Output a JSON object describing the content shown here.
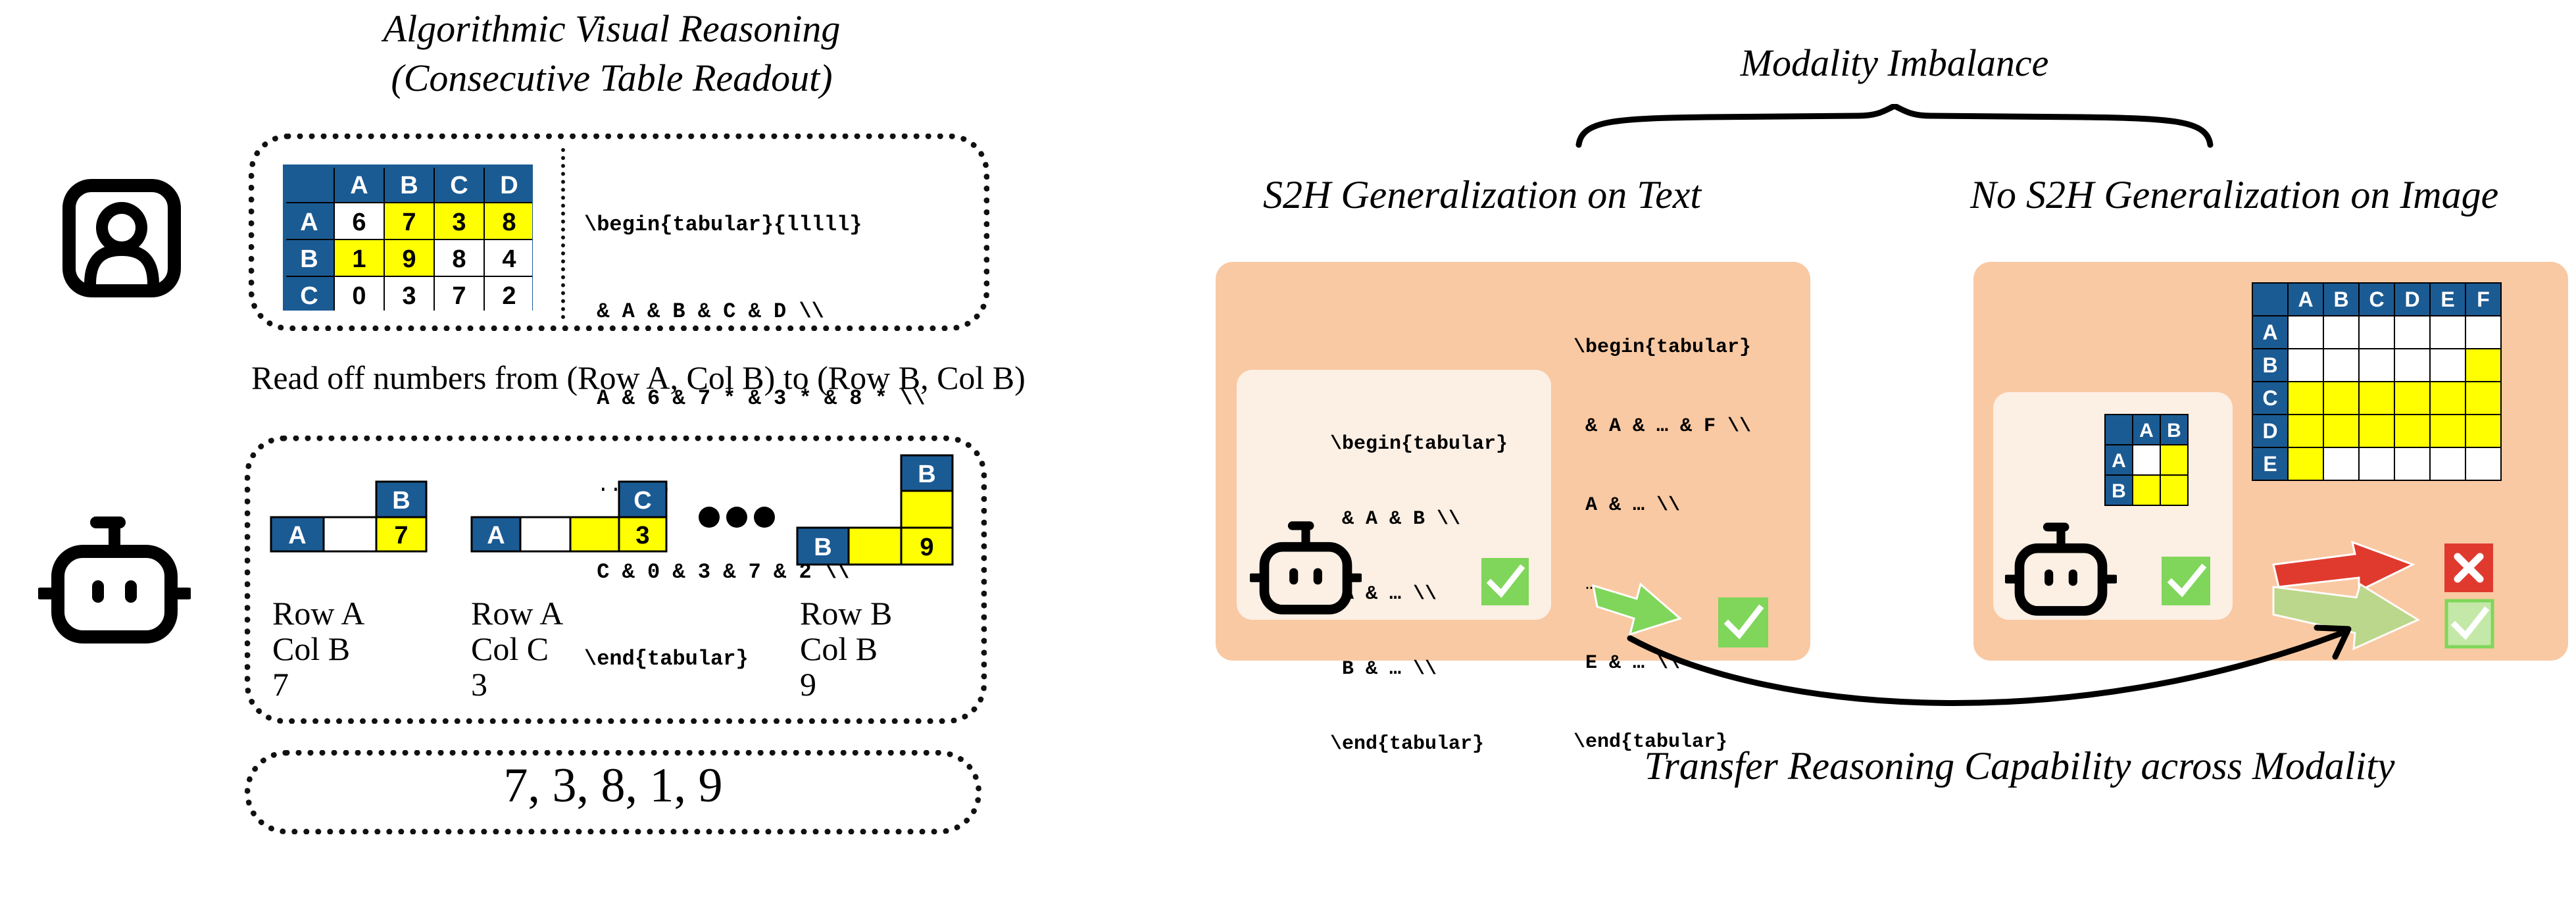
{
  "left": {
    "title_line1": "Algorithmic Visual Reasoning",
    "title_line2": "(Consecutive Table Readout)",
    "table": {
      "columns": [
        "A",
        "B",
        "C",
        "D"
      ],
      "rows": [
        {
          "label": "A",
          "cells": [
            "6",
            "7",
            "3",
            "8"
          ]
        },
        {
          "label": "B",
          "cells": [
            "1",
            "9",
            "8",
            "4"
          ]
        },
        {
          "label": "C",
          "cells": [
            "0",
            "3",
            "7",
            "2"
          ]
        }
      ]
    },
    "latex_lines": [
      "\\begin{tabular}{lllll}",
      " & A & B & C & D \\\\",
      " A & 6 & 7 * & 3 * & 8 * \\\\",
      " ......",
      " C & 0 & 3 & 7 & 2 \\\\",
      "\\end{tabular}"
    ],
    "instruction": "Read off numbers from (Row A, Col B) to (Row B, Col B)",
    "steps": [
      {
        "row": "A",
        "col": "B",
        "value": "7",
        "line1": "Row A",
        "line2": "Col B",
        "line3": "7"
      },
      {
        "row": "A",
        "col": "C",
        "value": "3",
        "line1": "Row A",
        "line2": "Col C",
        "line3": "3"
      },
      {
        "row": "B",
        "col": "B",
        "value": "9",
        "line1": "Row B",
        "line2": "Col B",
        "line3": "9"
      }
    ],
    "answer": "7, 3, 8, 1, 9"
  },
  "right": {
    "brace_label": "Modality Imbalance",
    "text_heading": "S2H Generalization on Text",
    "image_heading": "No S2H Generalization on Image",
    "small_latex": [
      "\\begin{tabular}",
      " & A & B \\\\",
      " A & … \\\\",
      " B & … \\\\",
      "\\end{tabular}"
    ],
    "big_latex": [
      "\\begin{tabular}",
      " & A & … & F \\\\",
      " A & … \\\\",
      " …",
      " E & … \\\\",
      "\\end{tabular}"
    ],
    "small_grid_cols": [
      "A",
      "B"
    ],
    "small_grid_rows": [
      "A",
      "B"
    ],
    "big_grid_cols": [
      "A",
      "B",
      "C",
      "D",
      "E",
      "F"
    ],
    "big_grid_rows": [
      "A",
      "B",
      "C",
      "D",
      "E"
    ],
    "footer": "Transfer Reasoning Capability across Modality"
  },
  "colors": {
    "header_blue": "#1b5b94",
    "highlight_yellow": "#ffff00",
    "panel_orange": "#f9c9a3",
    "inner_panel": "#fcefe4",
    "check_green": "#7fd65a",
    "cross_red": "#e03a2f",
    "arrow_red": "#e03a2f"
  },
  "icons": [
    "user-icon",
    "robot-icon",
    "checkmark-icon",
    "cross-icon",
    "green-arrow-icon",
    "red-arrow-icon",
    "curved-arrow-icon",
    "ellipsis-icon"
  ]
}
